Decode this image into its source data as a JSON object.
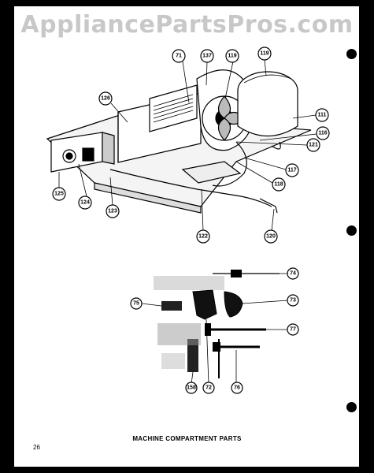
{
  "watermark": "AppliancePartsPros.com",
  "caption": "MACHINE COMPARTMENT PARTS",
  "page_number": "26",
  "callouts": {
    "c71": "71",
    "c137": "137",
    "c119a": "119",
    "c119b": "119",
    "c126": "126",
    "c111": "111",
    "c116": "116",
    "c121": "121",
    "c117": "117",
    "c118": "118",
    "c125": "125",
    "c124": "124",
    "c123": "123",
    "c122": "122",
    "c120": "120",
    "c74": "74",
    "c75": "75",
    "c73": "73",
    "c77": "77",
    "c158": "158",
    "c72": "72",
    "c76": "76"
  }
}
